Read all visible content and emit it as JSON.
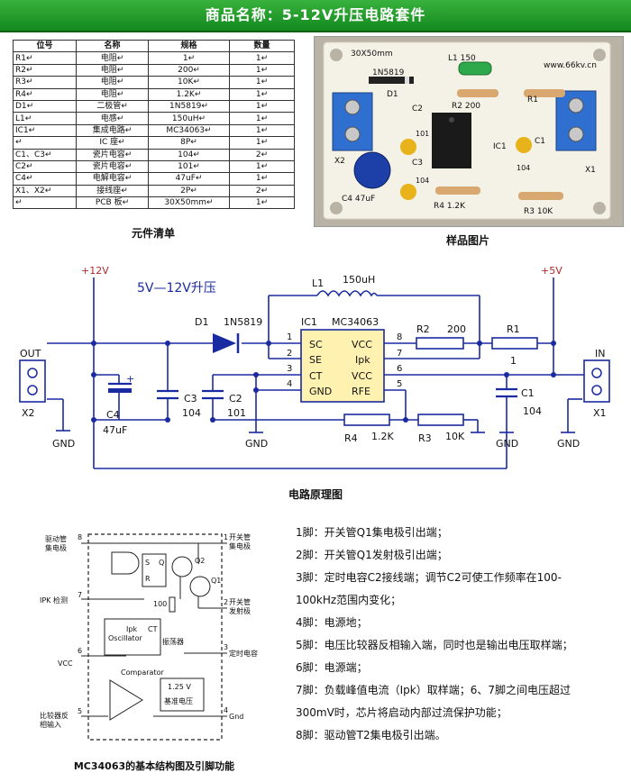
{
  "banner": {
    "title": "商品名称：5-12V升压电路套件"
  },
  "parts": {
    "headers": [
      "位号",
      "名称",
      "规格",
      "数量"
    ],
    "rows": [
      [
        "R1↵",
        "电阻↵",
        "1↵",
        "1↵"
      ],
      [
        "R2↵",
        "电阻↵",
        "200↵",
        "1↵"
      ],
      [
        "R3↵",
        "电阻↵",
        "10K↵",
        "1↵"
      ],
      [
        "R4↵",
        "电阻↵",
        "1.2K↵",
        "1↵"
      ],
      [
        "D1↵",
        "二极管↵",
        "1N5819↵",
        "1↵"
      ],
      [
        "L1↵",
        "电感↵",
        "150uH↵",
        "1↵"
      ],
      [
        "IC1↵",
        "集成电路↵",
        "MC34063↵",
        "1↵"
      ],
      [
        "↵",
        "IC 座↵",
        "8P↵",
        "1↵"
      ],
      [
        "C1、C3↵",
        "瓷片电容↵",
        "104↵",
        "2↵"
      ],
      [
        "C2↵",
        "瓷片电容↵",
        "101↵",
        "1↵"
      ],
      [
        "C4↵",
        "电解电容↵",
        "47uF↵",
        "1↵"
      ],
      [
        "X1、X2↵",
        "接线座↵",
        "2P↵",
        "2↵"
      ],
      [
        "↵",
        "PCB 板↵",
        "30X50mm↵",
        "1↵"
      ]
    ]
  },
  "captions": {
    "parts_list": "元件清单",
    "sample_photo": "样品图片",
    "schematic": "电路原理图",
    "block_diagram": "MC34063的基本结构图及引脚功能"
  },
  "photo": {
    "board_size": "30X50mm",
    "site": "www.66kv.cn",
    "labels": [
      "1N5819",
      "D1",
      "L1 150",
      "R2  200",
      "R1",
      "C2",
      "101",
      "C3",
      "104",
      "IC1",
      "C1",
      "104",
      "X2",
      "X1",
      "C4 47uF",
      "R4 1.2K",
      "R3 10K"
    ]
  },
  "schematic": {
    "title": "5V—12V升压",
    "plus12": "+12V",
    "plus5": "+5V",
    "out": "OUT",
    "in": "IN",
    "x1": "X1",
    "x2": "X2",
    "gnd": "GND",
    "l1": "L1",
    "l1_val": "150uH",
    "d1": "D1",
    "d1_val": "1N5819",
    "ic1": "IC1",
    "ic_name": "MC34063",
    "ic_pins_left": [
      "SC",
      "SE",
      "CT",
      "GND"
    ],
    "ic_pins_right": [
      "VCC",
      "Ipk",
      "VCC",
      "RFE"
    ],
    "pin_nums_left": [
      "1",
      "2",
      "3",
      "4"
    ],
    "pin_nums_right": [
      "8",
      "7",
      "6",
      "5"
    ],
    "r2": "R2",
    "r2_val": "200",
    "r1": "R1",
    "r1_val": "1",
    "r4": "R4",
    "r4_val": "1.2K",
    "r3": "R3",
    "r3_val": "10K",
    "c1": "C1",
    "c1_val": "104",
    "c2": "C2",
    "c2_val": "101",
    "c3": "C3",
    "c3_val": "104",
    "c4": "C4",
    "c4_val": "47uF"
  },
  "block": {
    "left_labels": [
      "驱动管\n集电极",
      "IPK 检测",
      "VCC",
      "比较器反\n相输入"
    ],
    "left_nums": [
      "8",
      "7",
      "6",
      "5"
    ],
    "right_labels": [
      "开关管\n集电极",
      "开关管\n发射极",
      "定时电容",
      "Gnd"
    ],
    "right_nums": [
      "1",
      "2",
      "3",
      "4"
    ],
    "osc": "Ipk\nOscillator",
    "ct": "CT",
    "osc_cn": "振荡器",
    "comparator": "Comparator",
    "ref_v": "1.25 V",
    "ref_cn": "基准电压",
    "q1": "Q1",
    "q2": "Q2",
    "r100": "100",
    "s": "S",
    "q": "Q",
    "r": "R"
  },
  "pin_functions": [
    "1脚：开关管Q1集电极引出端；",
    "2脚：开关管Q1发射极引出端；",
    "3脚：定时电容C2接线端；调节C2可使工作频率在100-",
    "100kHz范围内变化；",
    "4脚：电源地；",
    "5脚：电压比较器反相输入端，同时也是输出电压取样端；",
    "6脚：电源端；",
    "7脚：负载峰值电流（Ipk）取样端；6、7脚之间电压超过",
    "300mV时，芯片将启动内部过流保护功能；",
    "8脚：驱动管T2集电极引出端。"
  ],
  "colors": {
    "banner": "#1e9a28",
    "wire": "#1a2aa0",
    "ic_fill": "#fff2b0",
    "accent_text": "#1a2aa0"
  }
}
